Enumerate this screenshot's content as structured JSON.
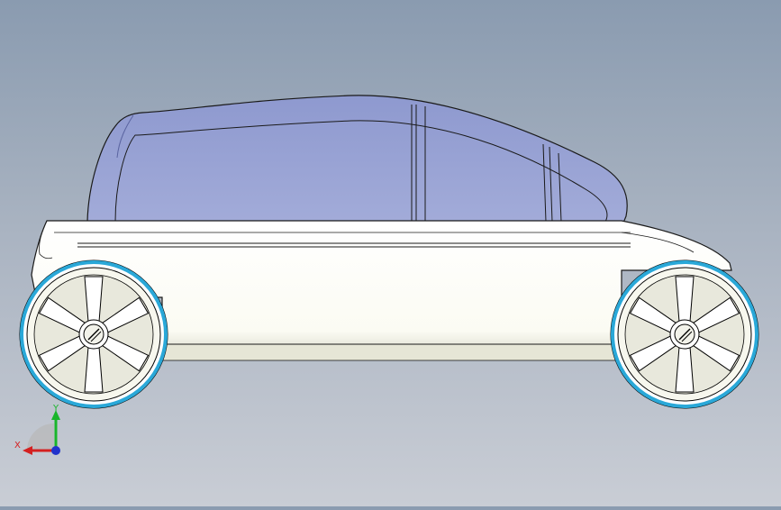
{
  "viewport": {
    "model": "car-side-view",
    "triad": {
      "x_label": "X",
      "y_label": "Y",
      "x_color": "#d42020",
      "y_color": "#19b52a",
      "z_color": "#2233cc"
    }
  },
  "colors": {
    "glass": "#9aa4d4",
    "body": "#fdfdf6",
    "rim": "#2aa8d8"
  }
}
